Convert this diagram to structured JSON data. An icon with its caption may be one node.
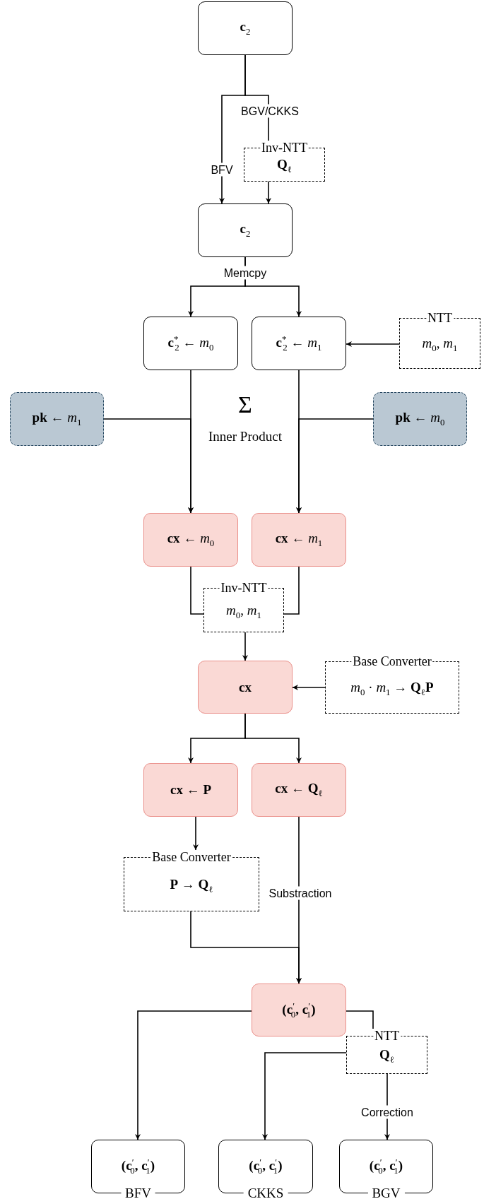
{
  "diagram": {
    "nodes": [
      {
        "text": [
          "**c**$_{2}$"
        ]
      },
      {
        "text": [
          "Inv-NTT",
          "**Q**$_{ℓ}$"
        ]
      },
      {
        "text": [
          "**c**$_{2}$"
        ]
      },
      {
        "text": [
          "**c**$^{*}$$_{2}$ ← *m*$_{0}$"
        ]
      },
      {
        "text": [
          "**c**$^{*}$$_{2}$ ← *m*$_{1}$"
        ]
      },
      {
        "text": [
          "NTT",
          "*m*$_{0}$, *m*$_{1}$"
        ]
      },
      {
        "text": [
          "**pk** ← *m*$_{1}$"
        ]
      },
      {
        "text": [
          "**pk** ← *m*$_{0}$"
        ]
      },
      {
        "text": [
          "**cx** ← *m*$_{0}$"
        ]
      },
      {
        "text": [
          "**cx** ← *m*$_{1}$"
        ]
      },
      {
        "text": [
          "Inv-NTT",
          "*m*$_{0}$, *m*$_{1}$"
        ]
      },
      {
        "text": [
          "**cx**"
        ]
      },
      {
        "text": [
          "Base Converter",
          "*m*$_{0}$ · *m*$_{1}$ → **Q**$_{ℓ}$**P**"
        ]
      },
      {
        "text": [
          "**cx** ← **P**"
        ]
      },
      {
        "text": [
          "**cx** ← **Q**$_{ℓ}$"
        ]
      },
      {
        "text": [
          "Base Converter",
          "**P** → **Q**$_{ℓ}$"
        ]
      },
      {
        "text": [
          "**(c**$^{′}$$_{0}$**, c**$^{′}$$_{1}$**)**"
        ]
      },
      {
        "text": [
          "NTT",
          "**Q**$_{ℓ}$"
        ]
      },
      {
        "text": [
          "**(c**$^{′}$$_{0}$**, c**$^{′}$$_{1}$**)**",
          "BFV"
        ]
      },
      {
        "text": [
          "**(c**$^{′}$$_{0}$**, c**$^{′}$$_{1}$**)**",
          "CKKS"
        ]
      },
      {
        "text": [
          "**(c**$^{′}$$_{0}$**, c**$^{′}$$_{1}$**)**",
          "BGV"
        ]
      }
    ],
    "edges": [
      {
        "from": 0,
        "to": 2,
        "arrow": "to",
        "label": "BFV"
      },
      {
        "from": 0,
        "to": 1,
        "arrow": "none",
        "label": "BGV/CKKS"
      },
      {
        "from": 1,
        "to": 2,
        "arrow": "to"
      },
      {
        "from": 2,
        "to": 3,
        "arrow": "to",
        "label": "Memcpy"
      },
      {
        "from": 2,
        "to": 4,
        "arrow": "to"
      },
      {
        "from": 5,
        "to": 4,
        "arrow": "to"
      },
      {
        "from": 3,
        "to": 8,
        "arrow": "to"
      },
      {
        "from": 6,
        "to": 8,
        "arrow": "to"
      },
      {
        "from": 4,
        "to": 9,
        "arrow": "to"
      },
      {
        "from": 7,
        "to": 9,
        "arrow": "to"
      },
      {
        "from": 8,
        "to": 10,
        "arrow": "none"
      },
      {
        "from": 9,
        "to": 10,
        "arrow": "none"
      },
      {
        "from": 10,
        "to": 11,
        "arrow": "to"
      },
      {
        "from": 12,
        "to": 11,
        "arrow": "to"
      },
      {
        "from": 11,
        "to": 13,
        "arrow": "to"
      },
      {
        "from": 11,
        "to": 14,
        "arrow": "to"
      },
      {
        "from": 13,
        "to": 15,
        "arrow": "to"
      },
      {
        "from": 15,
        "to": 16,
        "arrow": "to"
      },
      {
        "from": 14,
        "to": 16,
        "arrow": "to",
        "label": "Substraction"
      },
      {
        "from": 16,
        "to": 18,
        "arrow": "to"
      },
      {
        "from": 16,
        "to": 17,
        "arrow": "none"
      },
      {
        "from": 17,
        "to": 19,
        "arrow": "to"
      },
      {
        "from": 17,
        "to": 20,
        "arrow": "to",
        "label": "Correction"
      }
    ],
    "labels": [
      "Σ",
      "Inner Product"
    ]
  }
}
